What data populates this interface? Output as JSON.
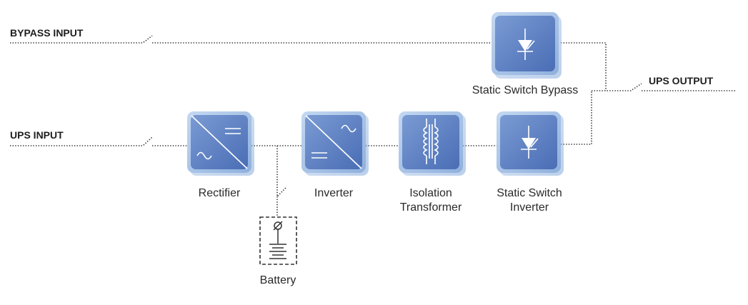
{
  "labels": {
    "bypass_input": "BYPASS INPUT",
    "ups_input": "UPS INPUT",
    "ups_output": "UPS OUTPUT"
  },
  "blocks": {
    "rectifier": {
      "label": "Rectifier",
      "symbol": "ac-dc-converter-icon"
    },
    "inverter": {
      "label": "Inverter",
      "symbol": "dc-ac-converter-icon"
    },
    "isolation_transformer": {
      "line1": "Isolation",
      "line2": "Transformer",
      "symbol": "transformer-coil-icon"
    },
    "static_switch_inverter": {
      "line1": "Static Switch",
      "line2": "Inverter",
      "symbol": "thyristor-icon"
    },
    "static_switch_bypass": {
      "label": "Static Switch Bypass",
      "symbol": "thyristor-icon"
    },
    "battery": {
      "label": "Battery",
      "symbol": "battery-icon"
    }
  },
  "colors": {
    "block_outer": "#a9c6e9",
    "block_inner": "#5a7fc3",
    "wire": "#333333",
    "battery_dash": "#333333"
  }
}
